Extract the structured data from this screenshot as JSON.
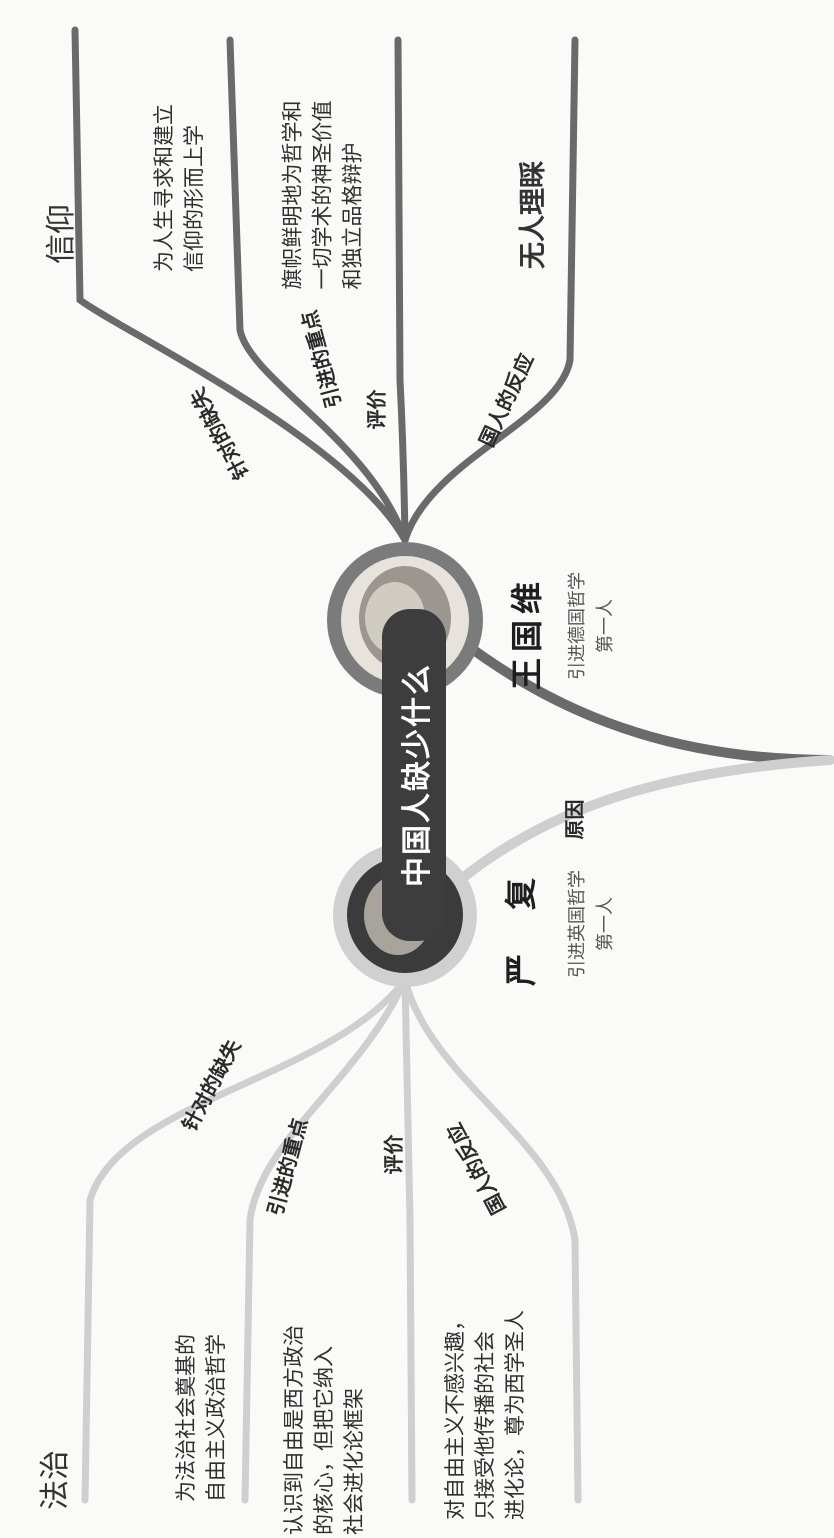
{
  "central_topic": "中国人缺少什么",
  "link_label": "原因",
  "wang": {
    "name": "王国维",
    "subtitle": "引进德国哲学\n第一人",
    "theme": "信仰",
    "branches": [
      {
        "label": "针对的缺失",
        "text": ""
      },
      {
        "label": "引进的重点",
        "text": "为人生寻求和建立\n信仰的形而上学"
      },
      {
        "label": "评价",
        "text": "旗帜鲜明地为哲学和\n一切学术的神圣价值\n和独立品格辩护"
      },
      {
        "label": "国人的反应",
        "text": "无人理睬"
      }
    ]
  },
  "yan": {
    "name": "严　复",
    "subtitle": "引进英国哲学\n第一人",
    "theme": "法治",
    "branches": [
      {
        "label": "针对的缺失",
        "text": ""
      },
      {
        "label": "引进的重点",
        "text": "为法治社会奠基的\n自由主义政治哲学"
      },
      {
        "label": "评价",
        "text": "认识到自由是西方政治\n的核心，但把它纳入\n社会进化论框架"
      },
      {
        "label": "国人的反应",
        "text": "对自由主义不感兴趣，\n只接受他传播的社会\n进化论，尊为西学圣人"
      }
    ]
  },
  "colors": {
    "dark_branch": "#6a6a6a",
    "light_branch": "#cfcfcf",
    "pill": "#3d3d3d"
  }
}
